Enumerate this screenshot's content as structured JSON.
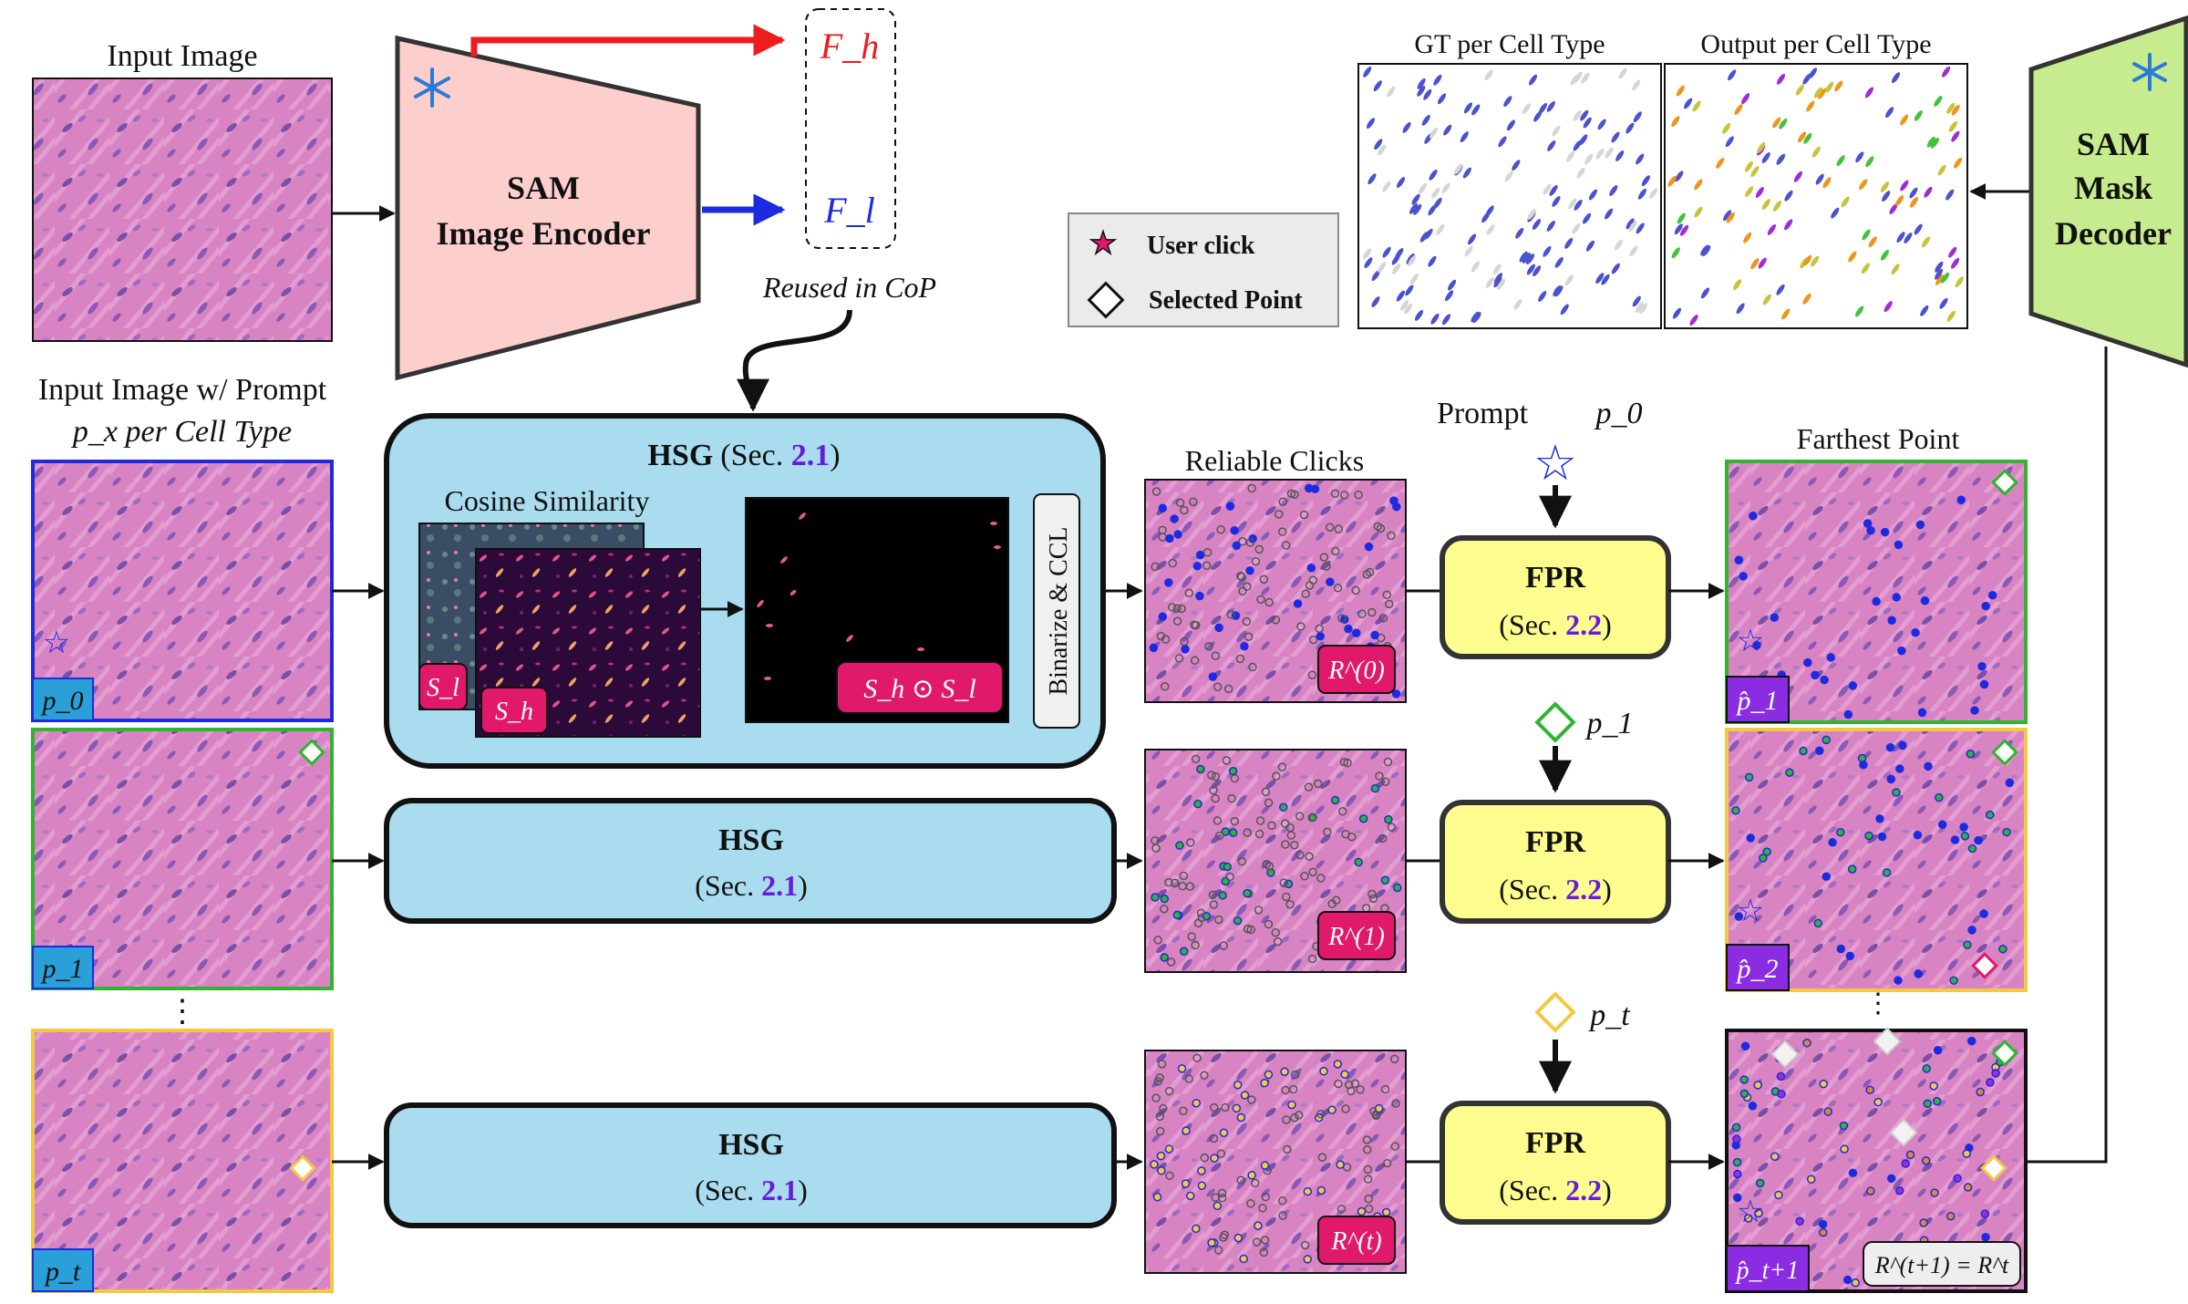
{
  "colors": {
    "tissue": "#d884c2",
    "hsg_fill": "#a8dcee",
    "fpr_fill": "#fdfd8f",
    "encoder_fill": "#fccfcd",
    "decoder_fill": "#c7ec8f",
    "badge_blue": "#2a9fd8",
    "badge_purple": "#8b2be2",
    "badge_pink": "#e0196b",
    "section_ref": "#6a1bd8",
    "arrow_red": "#ee1c1c",
    "arrow_blue": "#1c2ae0",
    "prompt_blue": "#1c2ae0",
    "prompt_green": "#2fb52f",
    "prompt_yellow": "#f5c842"
  },
  "encoder": {
    "input_label": "Input Image",
    "title_line1": "SAM",
    "title_line2": "Image Encoder",
    "feat_high": "F_h",
    "feat_low": "F_l",
    "reused_note": "Reused in CoP",
    "snowflake_icon": "snowflake"
  },
  "prompts_column": {
    "title_line1": "Input Image w/ Prompt",
    "title_line2": "p_x per Cell Type",
    "badges": [
      "p_0",
      "p_1",
      "p_t"
    ],
    "ellipsis": "⋮"
  },
  "hsg_main": {
    "title": "HSG",
    "section_prefix": "(Sec. ",
    "section_num": "2.1",
    "section_suffix": ")",
    "cosine_label": "Cosine Similarity",
    "s_low": "S_l",
    "s_high": "S_h",
    "product": "S_h ⊙ S_l",
    "binarize": "Binarize & CCL"
  },
  "hsg_rows": [
    {
      "title": "HSG",
      "section_num": "2.1"
    },
    {
      "title": "HSG",
      "section_num": "2.1"
    }
  ],
  "reliable": {
    "label": "Reliable Clicks",
    "badges": [
      "R^(0)",
      "R^(1)",
      "R^(t)"
    ]
  },
  "fpr": {
    "title": "FPR",
    "section_num": "2.2",
    "prompt_label": "Prompt",
    "prompt_vars": [
      "p_0",
      "p_1",
      "p_t"
    ]
  },
  "farthest": {
    "label": "Farthest Point",
    "badges": [
      "p̂_1",
      "p̂_2",
      "p̂_t+1"
    ],
    "equation": "R^(t+1) = R^t"
  },
  "legend": {
    "user_click": "User click",
    "selected_point": "Selected Point"
  },
  "outputs": {
    "gt_label": "GT per Cell Type",
    "out_label": "Output per Cell Type"
  },
  "decoder": {
    "line1": "SAM",
    "line2": "Mask",
    "line3": "Decoder"
  }
}
